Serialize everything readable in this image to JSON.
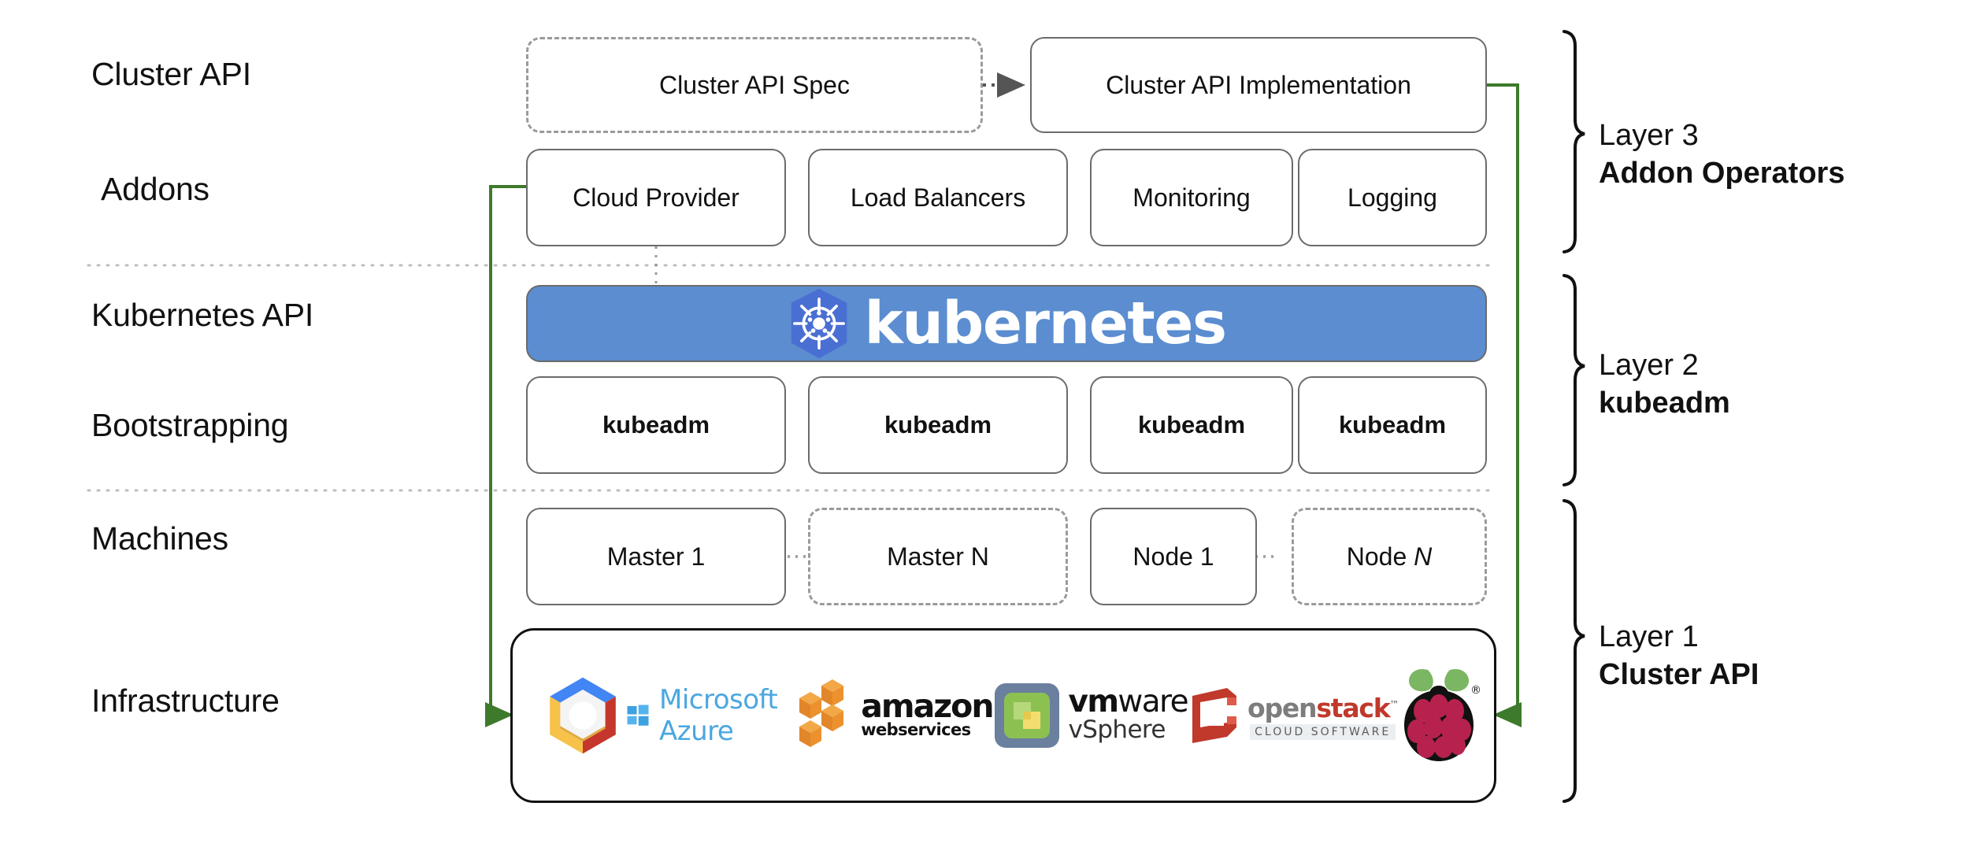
{
  "diagram": {
    "title": "Cluster API layered architecture",
    "accent_green": "#3d7a2b",
    "k8s_banner_blue": "#5b8dd0",
    "k8s_logo_blue": "#4a6fd2",
    "box_border": "#6b6b6b",
    "divider": "#bdbdbd"
  },
  "row_labels": [
    {
      "id": "cluster-api",
      "text": "Cluster API"
    },
    {
      "id": "addons",
      "text": "Addons"
    },
    {
      "id": "kubernetes-api",
      "text": "Kubernetes API"
    },
    {
      "id": "bootstrapping",
      "text": "Bootstrapping"
    },
    {
      "id": "machines",
      "text": "Machines"
    },
    {
      "id": "infrastructure",
      "text": "Infrastructure"
    }
  ],
  "cluster_api_row": {
    "spec": "Cluster API Spec",
    "implementation": "Cluster API Implementation"
  },
  "addons_row": [
    "Cloud Provider",
    "Load Balancers",
    "Monitoring",
    "Logging"
  ],
  "kubernetes_banner": {
    "wordmark": "kubernetes",
    "logo_name": "kubernetes-helm-logo"
  },
  "bootstrapping_row": [
    "kubeadm",
    "kubeadm",
    "kubeadm",
    "kubeadm"
  ],
  "machines_row": [
    {
      "label": "Master 1",
      "style": "solid"
    },
    {
      "label": "Master N",
      "style": "dashed"
    },
    {
      "label": "Node 1",
      "style": "solid"
    },
    {
      "label": "Node ",
      "italic": "N",
      "style": "dashed"
    }
  ],
  "infrastructure_row": {
    "providers": [
      {
        "id": "google-cloud",
        "name": "Google Cloud Platform",
        "text": ""
      },
      {
        "id": "microsoft-azure",
        "name": "Microsoft Azure",
        "text": "Microsoft Azure"
      },
      {
        "id": "amazon-web-services",
        "name": "Amazon Web Services",
        "line1": "amazon",
        "line2": "webservices"
      },
      {
        "id": "vmware-vsphere",
        "name": "VMware vSphere",
        "line1a": "vm",
        "line1b": "ware",
        "line2": "vSphere"
      },
      {
        "id": "openstack",
        "name": "OpenStack",
        "line1a": "open",
        "line1b": "stack",
        "tm": "™",
        "line2": "CLOUD SOFTWARE"
      },
      {
        "id": "raspberry-pi",
        "name": "Raspberry Pi",
        "mark": "®"
      }
    ]
  },
  "layers": [
    {
      "id": "layer-3",
      "number": "Layer 3",
      "name": "Addon Operators"
    },
    {
      "id": "layer-2",
      "number": "Layer 2",
      "name": "kubeadm"
    },
    {
      "id": "layer-1",
      "number": "Layer 1",
      "name": "Cluster API"
    }
  ]
}
